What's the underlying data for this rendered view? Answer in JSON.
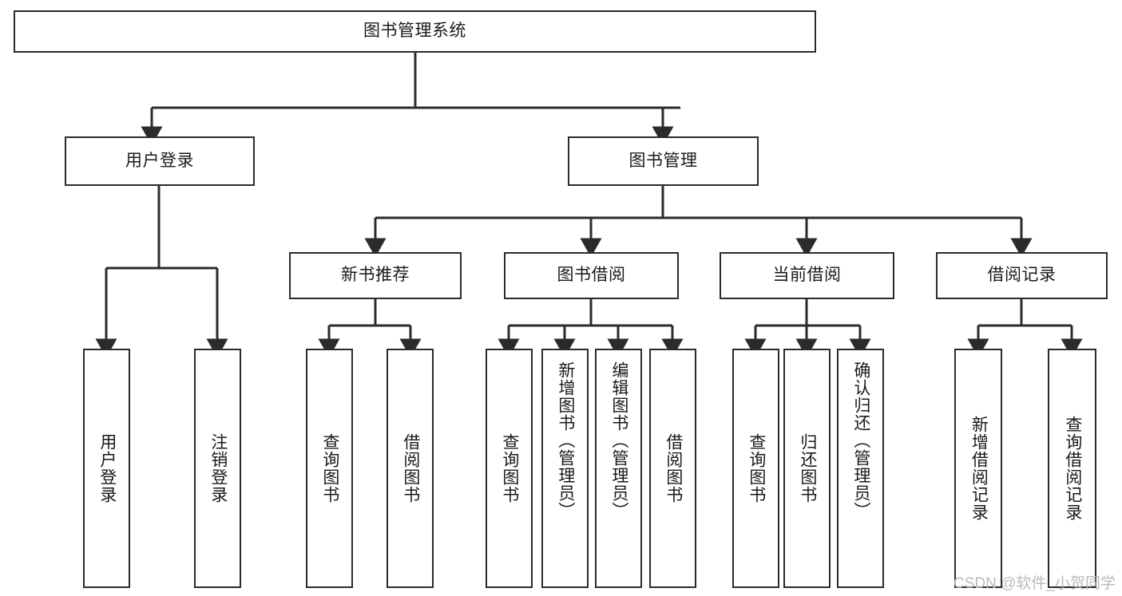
{
  "diagram": {
    "title": "图书管理系统",
    "type": "tree-hierarchy",
    "watermark": "CSDN @软件_小贺同学",
    "colors": {
      "box_border": "#2b2b2b",
      "box_fill": "#ffffff",
      "connector": "#2b2b2b",
      "text": "#1a1a1a",
      "watermark": "#b9b9b9",
      "background": "#ffffff"
    },
    "nodes": {
      "root": {
        "label": "图书管理系统"
      },
      "level2": [
        {
          "id": "user-login",
          "label": "用户登录"
        },
        {
          "id": "book-management",
          "label": "图书管理"
        }
      ],
      "level3": [
        {
          "id": "new-book-recommend",
          "label": "新书推荐"
        },
        {
          "id": "book-borrow",
          "label": "图书借阅"
        },
        {
          "id": "current-borrow",
          "label": "当前借阅"
        },
        {
          "id": "borrow-record",
          "label": "借阅记录"
        }
      ],
      "leaves": {
        "user-login": [
          {
            "id": "leaf-user-login",
            "label": "用户登录"
          },
          {
            "id": "leaf-logout-login",
            "label": "注销登录"
          }
        ],
        "new-book-recommend": [
          {
            "id": "leaf-query-book-1",
            "label": "查询图书"
          },
          {
            "id": "leaf-borrow-book-1",
            "label": "借阅图书"
          }
        ],
        "book-borrow": [
          {
            "id": "leaf-query-book-2",
            "label": "查询图书"
          },
          {
            "id": "leaf-add-book",
            "label": "新增图书（管理员）"
          },
          {
            "id": "leaf-edit-book",
            "label": "编辑图书（管理员）"
          },
          {
            "id": "leaf-borrow-book-2",
            "label": "借阅图书"
          }
        ],
        "current-borrow": [
          {
            "id": "leaf-query-book-3",
            "label": "查询图书"
          },
          {
            "id": "leaf-return-book",
            "label": "归还图书"
          },
          {
            "id": "leaf-confirm-return",
            "label": "确认归还（管理员）"
          }
        ],
        "borrow-record": [
          {
            "id": "leaf-add-record",
            "label": "新增借阅记录"
          },
          {
            "id": "leaf-query-record",
            "label": "查询借阅记录"
          }
        ]
      }
    },
    "edges": [
      {
        "from": "root",
        "to": "user-login"
      },
      {
        "from": "root",
        "to": "book-management"
      },
      {
        "from": "user-login",
        "to": "leaf-user-login"
      },
      {
        "from": "user-login",
        "to": "leaf-logout-login"
      },
      {
        "from": "book-management",
        "to": "new-book-recommend"
      },
      {
        "from": "book-management",
        "to": "book-borrow"
      },
      {
        "from": "book-management",
        "to": "current-borrow"
      },
      {
        "from": "book-management",
        "to": "borrow-record"
      },
      {
        "from": "new-book-recommend",
        "to": "leaf-query-book-1"
      },
      {
        "from": "new-book-recommend",
        "to": "leaf-borrow-book-1"
      },
      {
        "from": "book-borrow",
        "to": "leaf-query-book-2"
      },
      {
        "from": "book-borrow",
        "to": "leaf-add-book"
      },
      {
        "from": "book-borrow",
        "to": "leaf-edit-book"
      },
      {
        "from": "book-borrow",
        "to": "leaf-borrow-book-2"
      },
      {
        "from": "current-borrow",
        "to": "leaf-query-book-3"
      },
      {
        "from": "current-borrow",
        "to": "leaf-return-book"
      },
      {
        "from": "current-borrow",
        "to": "leaf-confirm-return"
      },
      {
        "from": "borrow-record",
        "to": "leaf-add-record"
      },
      {
        "from": "borrow-record",
        "to": "leaf-query-record"
      }
    ]
  }
}
